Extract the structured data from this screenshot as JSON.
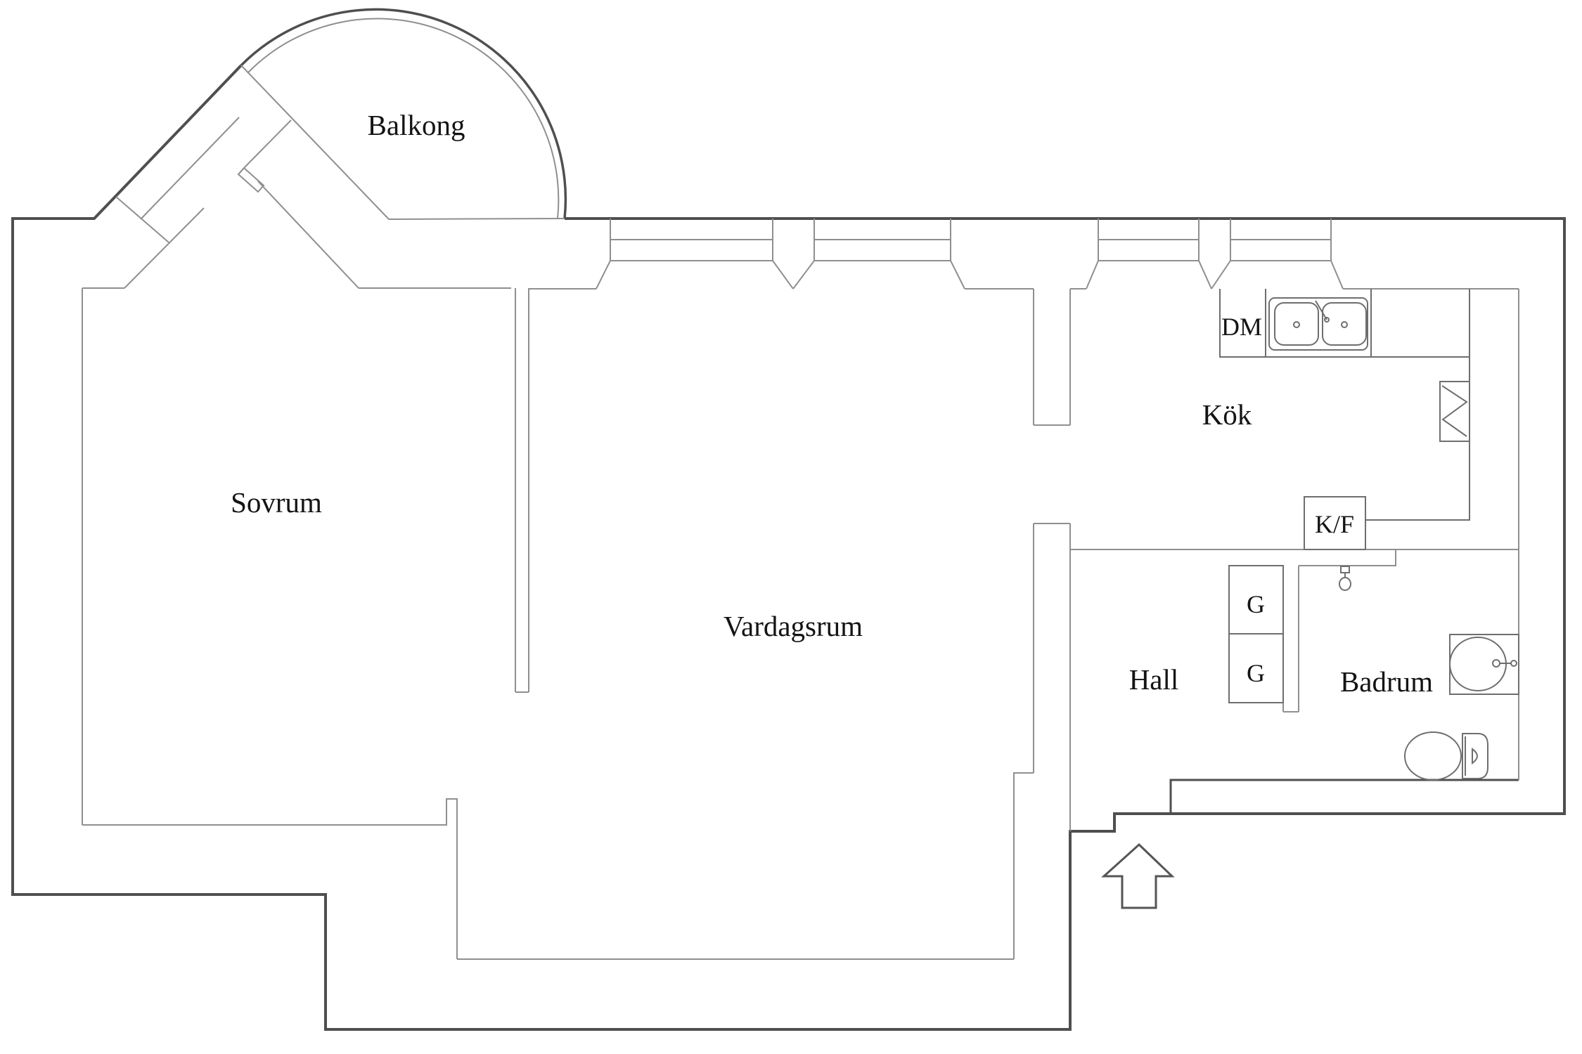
{
  "rooms": {
    "balkong": {
      "label": "Balkong"
    },
    "sovrum": {
      "label": "Sovrum"
    },
    "vardagsrum": {
      "label": "Vardagsrum"
    },
    "kok": {
      "label": "Kök"
    },
    "hall": {
      "label": "Hall"
    },
    "badrum": {
      "label": "Badrum"
    }
  },
  "annotations": {
    "dishwasher": {
      "label": "DM"
    },
    "fridge_freezer": {
      "label": "K/F"
    },
    "wardrobe_top": {
      "label": "G"
    },
    "wardrobe_bottom": {
      "label": "G"
    }
  },
  "fixtures": [
    "balcony-arc",
    "balcony-door",
    "diagonal-window-band",
    "window",
    "kitchen-sink",
    "dishwasher-cabinet",
    "fridge-freezer-cabinet",
    "appliance-zigzag",
    "wardrobe",
    "shower-head",
    "washbasin",
    "toilet",
    "entrance-arrow"
  ],
  "colors": {
    "outer_wall": "#4f4f4f",
    "inner_wall": "#8f8f8f",
    "fixture_line": "#6e6e6e",
    "text": "#141414",
    "background": "#ffffff"
  }
}
